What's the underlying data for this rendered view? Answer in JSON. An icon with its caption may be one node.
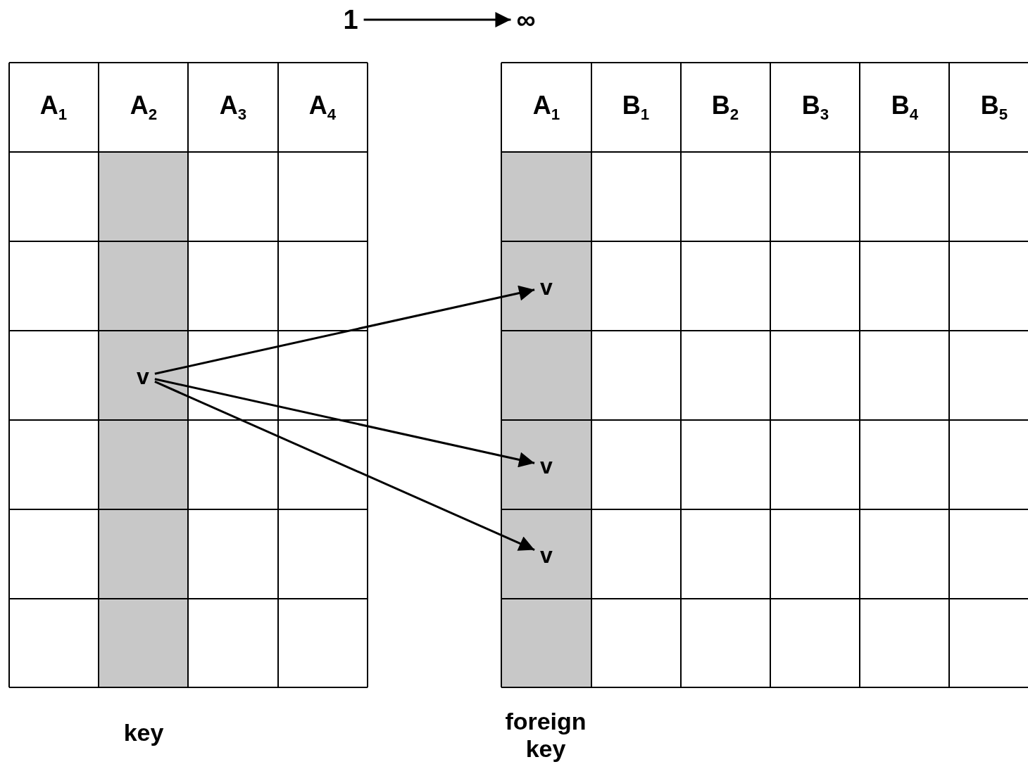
{
  "diagram": {
    "nodes": [
      {
        "text": [
          "1"
        ]
      },
      {
        "text": [
          "∞"
        ]
      },
      {
        "text": [
          "v"
        ]
      },
      {
        "text": [
          "v"
        ]
      },
      {
        "text": [
          "v"
        ]
      },
      {
        "text": [
          "v"
        ]
      }
    ],
    "edges": [
      {
        "from": 0,
        "to": 1,
        "arrow": "to"
      },
      {
        "from": 2,
        "to": 3,
        "arrow": "to"
      },
      {
        "from": 2,
        "to": 4,
        "arrow": "to"
      },
      {
        "from": 2,
        "to": 5,
        "arrow": "to"
      }
    ],
    "labels": [
      "A$_{1}$",
      "A$_{2}$",
      "A$_{3}$",
      "A$_{4}$",
      "A$_{1}$",
      "B$_{1}$",
      "B$_{2}$",
      "B$_{3}$",
      "B$_{4}$",
      "B$_{5}$",
      "key",
      "foreign key"
    ]
  }
}
